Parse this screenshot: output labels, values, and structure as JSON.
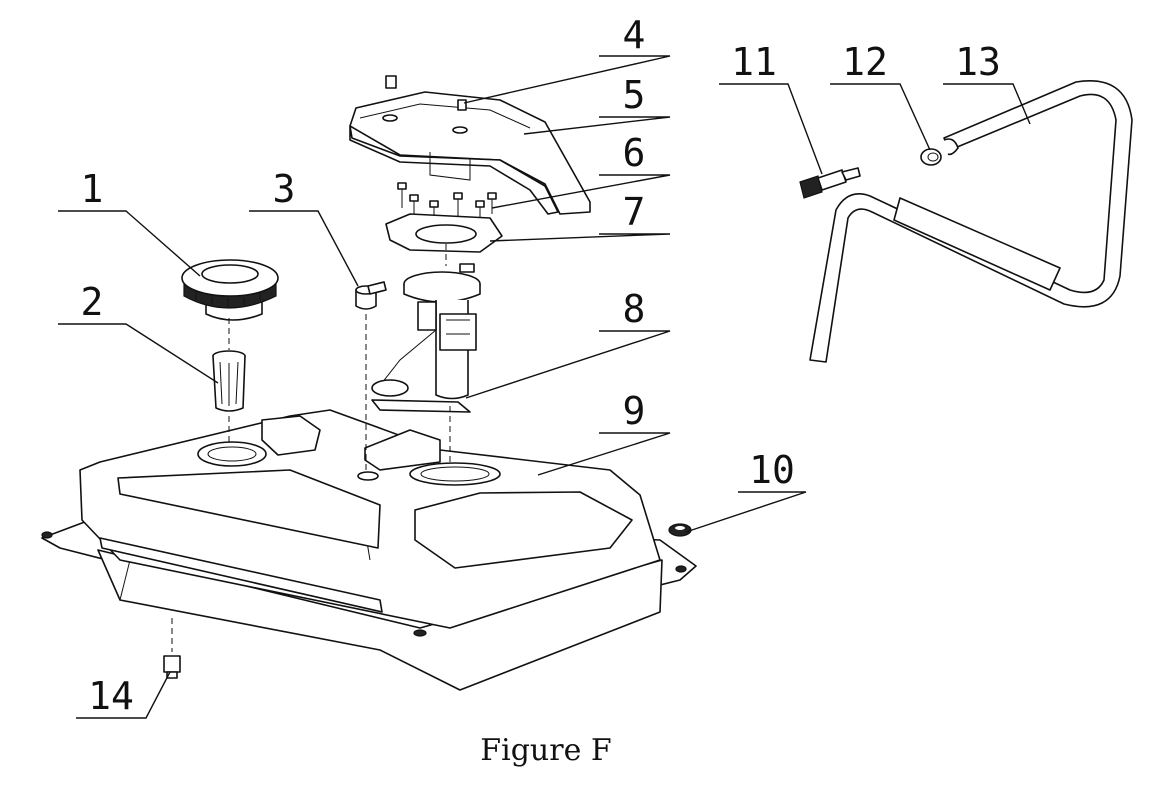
{
  "figure": {
    "caption": "Figure F"
  },
  "callouts": [
    {
      "number": "1",
      "part": "fuel-cap"
    },
    {
      "number": "2",
      "part": "filler-strainer"
    },
    {
      "number": "3",
      "part": "vent-fitting"
    },
    {
      "number": "4",
      "part": "cover-bolt"
    },
    {
      "number": "5",
      "part": "pump-cover"
    },
    {
      "number": "6",
      "part": "flange-screws"
    },
    {
      "number": "7",
      "part": "pump-gasket"
    },
    {
      "number": "8",
      "part": "fuel-pump-assembly"
    },
    {
      "number": "9",
      "part": "fuel-tank"
    },
    {
      "number": "10",
      "part": "grommet"
    },
    {
      "number": "11",
      "part": "quick-connector"
    },
    {
      "number": "12",
      "part": "hose-clamp"
    },
    {
      "number": "13",
      "part": "fuel-hose"
    },
    {
      "number": "14",
      "part": "drain-bolt"
    }
  ]
}
